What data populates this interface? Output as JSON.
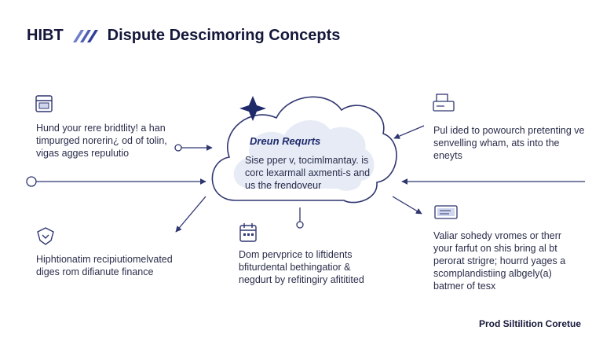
{
  "header": {
    "brand": "HIBT",
    "title": "Dispute Descimoring Concepts"
  },
  "center": {
    "heading": "Dreun Requrts",
    "lines": [
      "Sise pper v, tocimlmantay. is",
      "corc lexarmall axmenti-s and",
      "us the frendoveur"
    ]
  },
  "left_top": {
    "lines": [
      "Hund your rere bridtlity! a han",
      "timpurged norerin¿ od of tolin,",
      "vigas agges repulutio"
    ]
  },
  "left_bottom": {
    "lines": [
      "Hiphtionatim recipiutiomelvated",
      "diges rom difianute finance"
    ]
  },
  "center_bottom": {
    "lines": [
      "Dom pervprice to liftidents",
      "bfiturdental bethingatior &",
      "negdurt by refitingiry afititited"
    ]
  },
  "right_top": {
    "lines": [
      "Pul ided to powourch pretenting ve",
      "senvelling wham, ats into the",
      "eneyts"
    ]
  },
  "right_bottom": {
    "lines": [
      "Valiar sohedy vromes or therr",
      "your farfut on shis bring al bt",
      "perorat strigre; hourrd yages a",
      "scomplandistiing albgely(a)",
      "batmer of tesx"
    ]
  },
  "footer": {
    "label": "Prod Siltilition Coretue"
  },
  "colors": {
    "accent": "#1e2a6a",
    "cloud_fill": "#e6ebf6",
    "line": "#2f3670"
  },
  "icons": {
    "left_top": "calendar-window-icon",
    "left_bottom": "shield-badge-icon",
    "center_bottom": "calendar-grid-icon",
    "right_top": "printer-icon",
    "right_bottom": "document-card-icon",
    "cloud_star": "sparkle-star-icon"
  }
}
